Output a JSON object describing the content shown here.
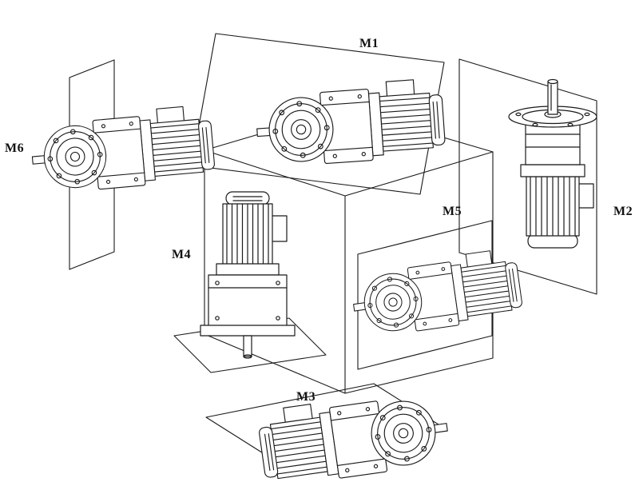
{
  "page": {
    "background": "#ffffff",
    "line_color": "#1a1a1a",
    "label_color": "#111111"
  },
  "diagram": {
    "labels": {
      "m1": "M1",
      "m2": "M2",
      "m3": "M3",
      "m4": "M4",
      "m5": "M5",
      "m6": "M6"
    },
    "figures": {
      "m1": "gearmotor-horizontal-flange-left-icon",
      "m2": "gearmotor-vertical-shaft-up-icon",
      "m3": "gearmotor-horizontal-flange-right-icon",
      "m4": "gearmotor-vertical-shaft-down-icon",
      "m5": "gearmotor-horizontal-flange-left-icon",
      "m6": "gearmotor-horizontal-flange-left-icon",
      "cube": "orientation-cube-icon"
    }
  }
}
